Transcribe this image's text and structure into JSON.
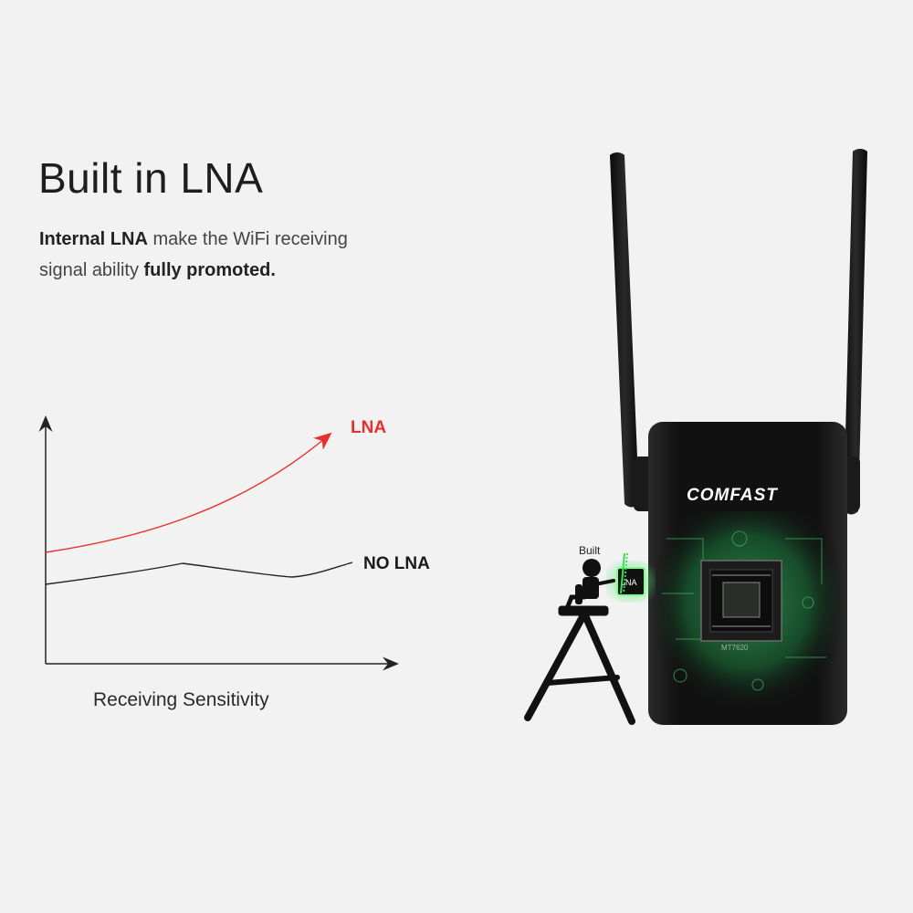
{
  "heading": "Built in LNA",
  "description": {
    "line1_bold": "Internal LNA",
    "line1_rest": " make the WiFi  receiving",
    "line2_start": "signal ability ",
    "line2_bold": "fully promoted."
  },
  "chart": {
    "x_axis_label": "Receiving Sensitivity",
    "series_lna_label": "LNA",
    "series_no_lna_label": "NO LNA",
    "lna_color": "#e8302a",
    "no_lna_color": "#222222"
  },
  "device": {
    "brand": "COMFAST",
    "callout_top": "Built",
    "callout_chip": "LNA",
    "chip_marking": "MT7620"
  },
  "colors": {
    "background": "#f2f2f2",
    "device_body": "#141414",
    "board_glow": "#1f6b3a",
    "highlight": "#39e05a"
  }
}
